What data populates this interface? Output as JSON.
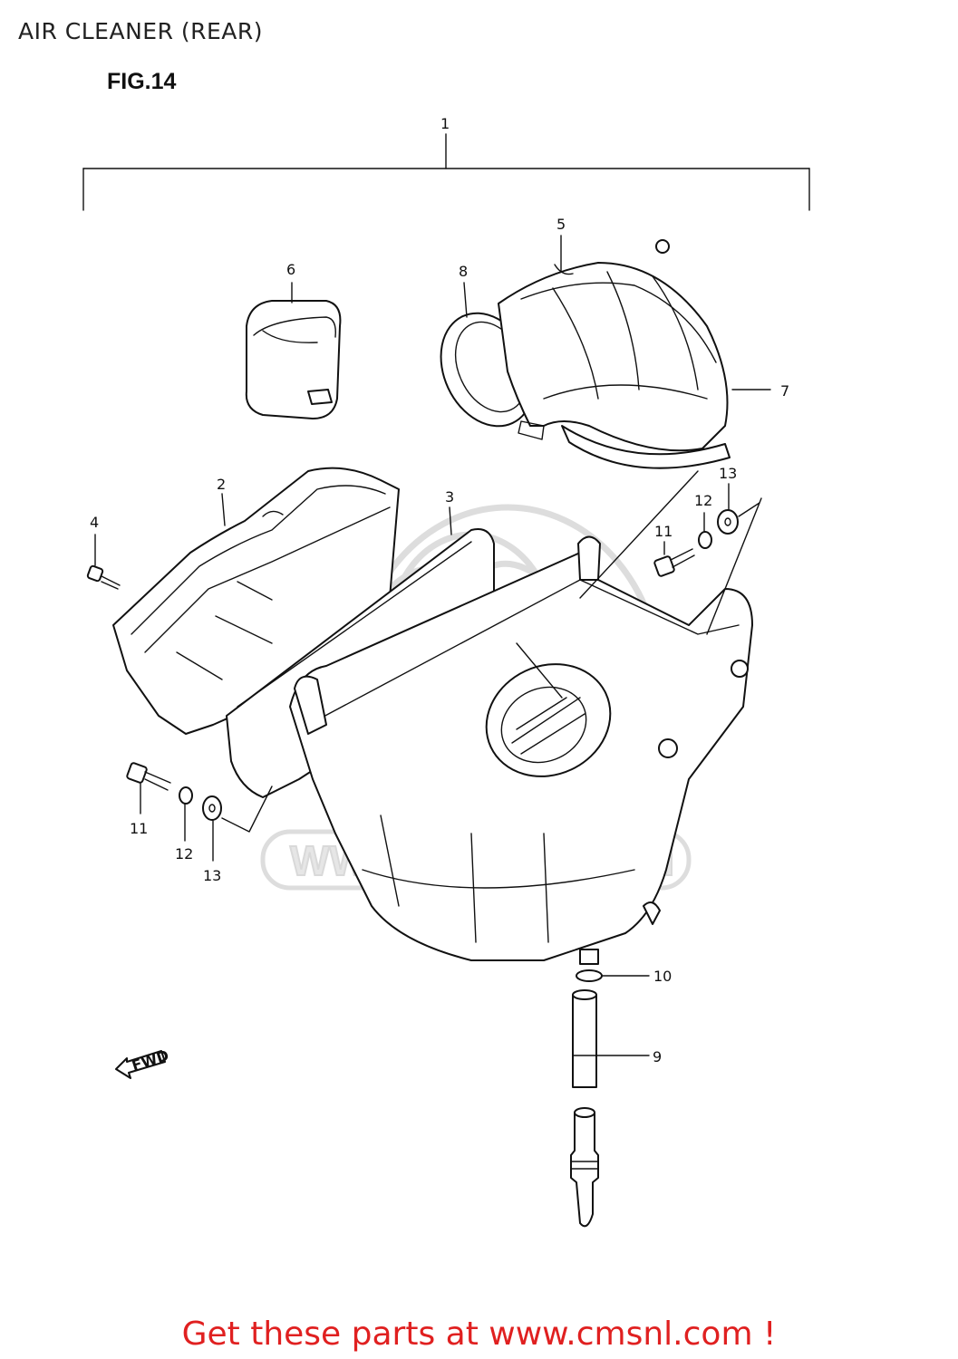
{
  "header": {
    "title": "AIR CLEANER (REAR)",
    "figure_label": "FIG.14"
  },
  "watermark": {
    "text": "WWW.CMSNL.COM",
    "logo_text": "cms"
  },
  "callouts": [
    {
      "id": "c1",
      "label": "1"
    },
    {
      "id": "c2",
      "label": "2"
    },
    {
      "id": "c3",
      "label": "3"
    },
    {
      "id": "c4",
      "label": "4"
    },
    {
      "id": "c5",
      "label": "5"
    },
    {
      "id": "c6",
      "label": "6"
    },
    {
      "id": "c7",
      "label": "7"
    },
    {
      "id": "c8",
      "label": "8"
    },
    {
      "id": "c9",
      "label": "9"
    },
    {
      "id": "c10",
      "label": "10"
    },
    {
      "id": "c11a",
      "label": "11"
    },
    {
      "id": "c12a",
      "label": "12"
    },
    {
      "id": "c13a",
      "label": "13"
    },
    {
      "id": "c11b",
      "label": "11"
    },
    {
      "id": "c12b",
      "label": "12"
    },
    {
      "id": "c13b",
      "label": "13"
    }
  ],
  "direction_marker": "FWD",
  "footer": {
    "promo": "Get these parts at www.cmsnl.com !"
  },
  "colors": {
    "promo": "#e02020",
    "ink": "#111111",
    "watermark": "#dddddd"
  }
}
